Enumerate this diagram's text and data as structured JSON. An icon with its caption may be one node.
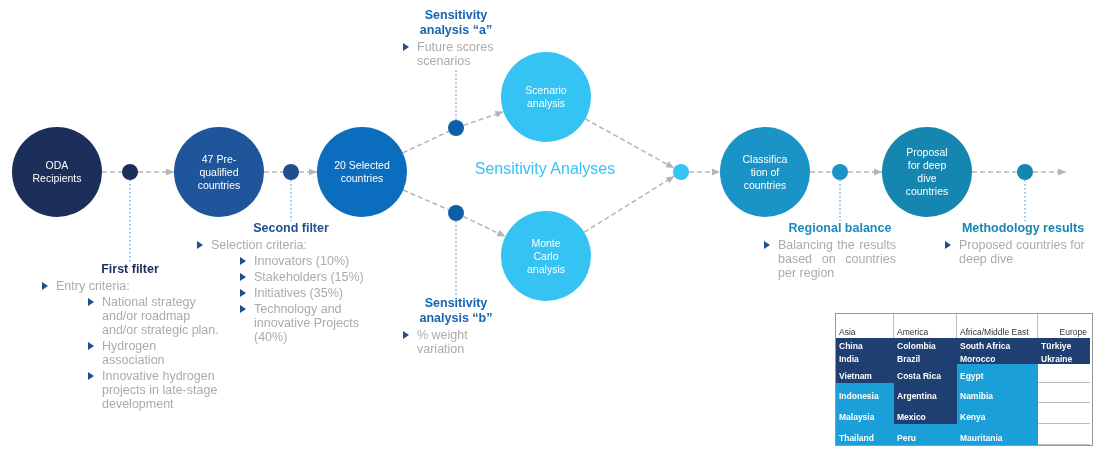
{
  "diagram": {
    "nodes": [
      {
        "text": [
          "ODA Recipients"
        ]
      },
      {
        "text": [],
        "shape": "circle"
      },
      {
        "text": [
          "47 Pre-qualified countries"
        ]
      },
      {
        "text": [],
        "shape": "circle"
      },
      {
        "text": [
          "20 Selected countries"
        ]
      },
      {
        "text": [],
        "shape": "circle"
      },
      {
        "text": [
          "Scenario analysis"
        ]
      },
      {
        "text": [],
        "shape": "circle"
      },
      {
        "text": [
          "Monte Carlo analysis"
        ]
      },
      {
        "text": [],
        "shape": "circle"
      },
      {
        "text": [
          "Classifica tion of countries"
        ]
      },
      {
        "text": [],
        "shape": "circle"
      },
      {
        "text": [
          "Proposal for deep dive countries"
        ]
      },
      {
        "text": [],
        "shape": "circle"
      },
      {
        "text": [
          "First filter",
          "Entry criteria:",
          "National strategy and/or roadmap and/or strategic plan.",
          "Hydrogen association",
          "Innovative hydrogen projects in late-stage development"
        ]
      },
      {
        "text": [
          "Second filter",
          "Selection criteria:",
          "Innovators (10%)",
          "Stakeholders (15%)",
          "Initiatives (35%)",
          "Technology and innovative Projects (40%)"
        ]
      },
      {
        "text": [
          "Sensitivity analysis “a”",
          "Future scores scenarios"
        ]
      },
      {
        "text": [
          "Sensitivity analysis “b”",
          "% weight variation"
        ]
      },
      {
        "text": [
          "Regional balance",
          "Balancing the results based on countries per region"
        ]
      },
      {
        "text": [
          "Methodology results",
          "Proposed countries for deep dive"
        ]
      }
    ],
    "edges": [
      {
        "from": 0,
        "to": 1,
        "arrow": "none",
        "style": "dashed"
      },
      {
        "from": 1,
        "to": 2,
        "arrow": "to",
        "style": "dashed"
      },
      {
        "from": 2,
        "to": 3,
        "arrow": "none",
        "style": "dashed"
      },
      {
        "from": 3,
        "to": 4,
        "arrow": "to",
        "style": "dashed"
      },
      {
        "from": 4,
        "to": 5,
        "arrow": "none",
        "style": "dashed"
      },
      {
        "from": 5,
        "to": 6,
        "arrow": "to",
        "style": "dashed"
      },
      {
        "from": 4,
        "to": 7,
        "arrow": "none",
        "style": "dashed"
      },
      {
        "from": 7,
        "to": 8,
        "arrow": "to",
        "style": "dashed"
      },
      {
        "from": 6,
        "to": 9,
        "arrow": "to",
        "style": "dashed"
      },
      {
        "from": 8,
        "to": 9,
        "arrow": "to",
        "style": "dashed"
      },
      {
        "from": 9,
        "to": 10,
        "arrow": "to",
        "style": "dashed"
      },
      {
        "from": 10,
        "to": 11,
        "arrow": "none",
        "style": "dashed"
      },
      {
        "from": 11,
        "to": 12,
        "arrow": "to",
        "style": "dashed"
      },
      {
        "from": 12,
        "to": 13,
        "arrow": "none",
        "style": "dashed"
      },
      {
        "from": 13,
        "to": null,
        "arrow": "to",
        "style": "dashed"
      },
      {
        "from": 1,
        "to": 14,
        "arrow": "none",
        "style": "dashed",
        "color": "#7fb3dc"
      },
      {
        "from": 3,
        "to": 15,
        "arrow": "none",
        "style": "dashed",
        "color": "#7fb3dc"
      },
      {
        "from": 5,
        "to": 16,
        "arrow": "none",
        "style": "dashed",
        "color": "#7fb3dc"
      },
      {
        "from": 7,
        "to": 17,
        "arrow": "none",
        "style": "dashed",
        "color": "#7fb3dc"
      },
      {
        "from": 11,
        "to": 18,
        "arrow": "none",
        "style": "dashed",
        "color": "#7fb3dc"
      },
      {
        "from": 13,
        "to": 19,
        "arrow": "none",
        "style": "dashed",
        "color": "#7fb3dc"
      }
    ],
    "labels": [
      "Sensitivity Analyses",
      "Asia",
      "America",
      "Africa/Middle East",
      "Europe",
      "China",
      "Colombia",
      "South Africa",
      "Türkiye",
      "India",
      "Brazil",
      "Morocco",
      "Ukraine",
      "Vietnam",
      "Costa Rica",
      "Egypt",
      "Indonesia",
      "Argentina",
      "Namibia",
      "Malaysia",
      "Mexico",
      "Kenya",
      "Thailand",
      "Peru",
      "Mauritania"
    ]
  }
}
